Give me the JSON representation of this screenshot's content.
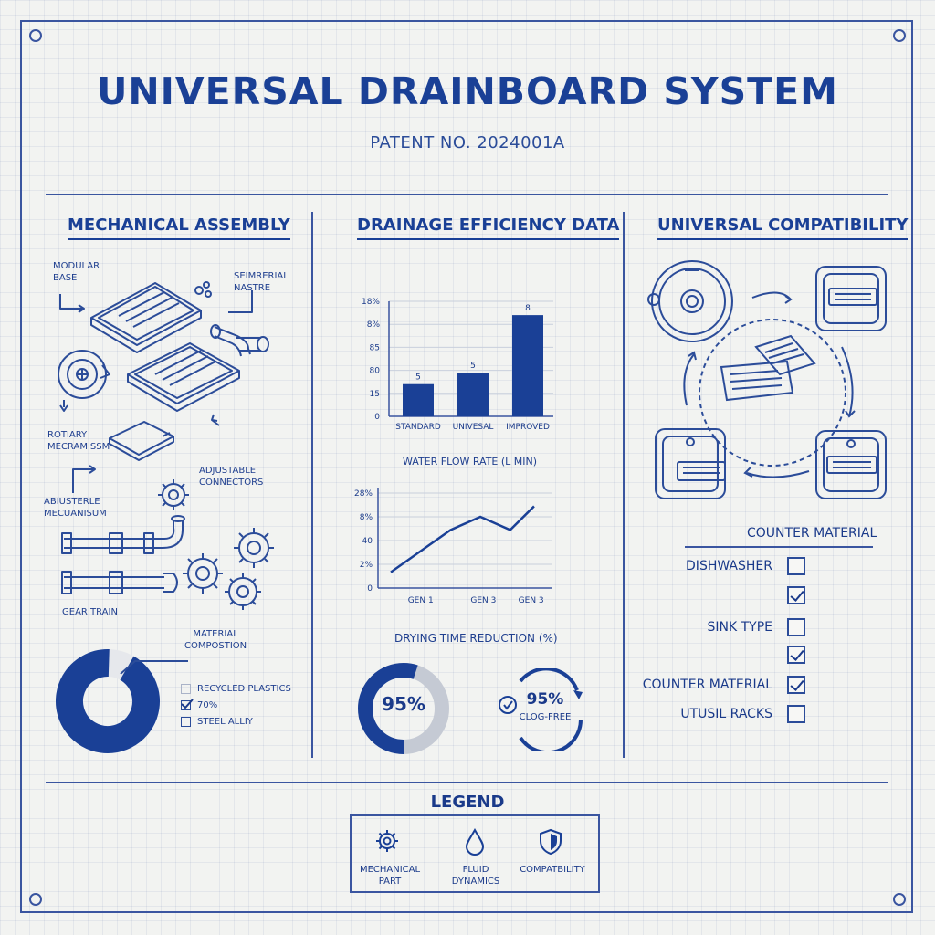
{
  "header": {
    "title": "UNIVERSAL DRAINBOARD SYSTEM",
    "subtitle": "PATENT NO. 2024001A"
  },
  "sections": {
    "mechanical": {
      "title": "MECHANICAL ASSEMBLY",
      "labels": {
        "modular_base": "MODULAR\nBASE",
        "seimrerial": "SEIMRERIAL\nNASTRE",
        "rotiary": "ROTIARY\nMECRAMISSM",
        "adjustable_connectors": "ADJUSTABLE\nCONNECTORS",
        "abiusterle": "ABIUSTERLE\nMECUANISUM",
        "gear_train": "GEAR TRAIN",
        "material_composition": "MATERIAL\nCOMPOSTION"
      },
      "material_list": [
        {
          "label": "RECYCLED PLASTICS",
          "checked": false
        },
        {
          "label": "70%",
          "checked": true
        },
        {
          "label": "STEEL ALLIY",
          "checked": false
        }
      ],
      "donut_fraction": 0.92
    },
    "drainage": {
      "title": "DRAINAGE EFFICIENCY DATA",
      "flow_caption": "WATER FLOW RATE (L MIN)",
      "drying_caption": "DRYING TIME REDUCTION (%)",
      "ring1_text": "95%",
      "ring1_fraction": 0.55,
      "ring2_value": "95%",
      "ring2_label": "CLOG-FREE"
    },
    "compatibility": {
      "title": "UNIVERSAL COMPATIBILITY",
      "counter_header": "COUNTER MATERIAL",
      "checklist": [
        {
          "label": "DISHWASHER",
          "checked": false
        },
        {
          "label": "",
          "checked": true
        },
        {
          "label": "SINK TYPE",
          "checked": false
        },
        {
          "label": "",
          "checked": true
        },
        {
          "label": "COUNTER MATERIAL",
          "checked": true
        },
        {
          "label": "UTUSIL RACKS",
          "checked": false
        }
      ]
    }
  },
  "legend": {
    "title": "LEGEND",
    "items": [
      {
        "icon": "gear-icon",
        "label": "MECHANICAL\nPART"
      },
      {
        "icon": "droplet-icon",
        "label": "FLUID DYNAMICS"
      },
      {
        "icon": "shield-icon",
        "label": "COMPATBILITY"
      }
    ]
  },
  "colors": {
    "primary": "#1a4096",
    "ink": "#3a55a0",
    "bar": "#1a4096",
    "ring_gray": "#c5cad4",
    "paper": "#f2f3f1"
  },
  "chart_data": [
    {
      "type": "bar",
      "categories": [
        "STANDARD",
        "UNIVESAL",
        "IMPROVED"
      ],
      "values": [
        5,
        5,
        8
      ],
      "bar_heights": [
        28,
        38,
        88
      ],
      "value_labels": [
        "5",
        "5",
        "8"
      ],
      "y_tick_labels": [
        "0",
        "15",
        "80",
        "85",
        "8%",
        "18%"
      ],
      "ylim": [
        0,
        100
      ],
      "grid": true
    },
    {
      "type": "line",
      "categories": [
        "GEN 1",
        "GEN 3",
        "GEN 3"
      ],
      "x": [
        0,
        1,
        1.5,
        2,
        2.4
      ],
      "y": [
        6,
        22,
        27,
        22,
        31
      ],
      "y_tick_labels": [
        "0",
        "2%",
        "40",
        "8%",
        "28%"
      ],
      "ylim": [
        0,
        36
      ],
      "grid": true,
      "title": "WATER FLOW RATE (L MIN)"
    }
  ]
}
